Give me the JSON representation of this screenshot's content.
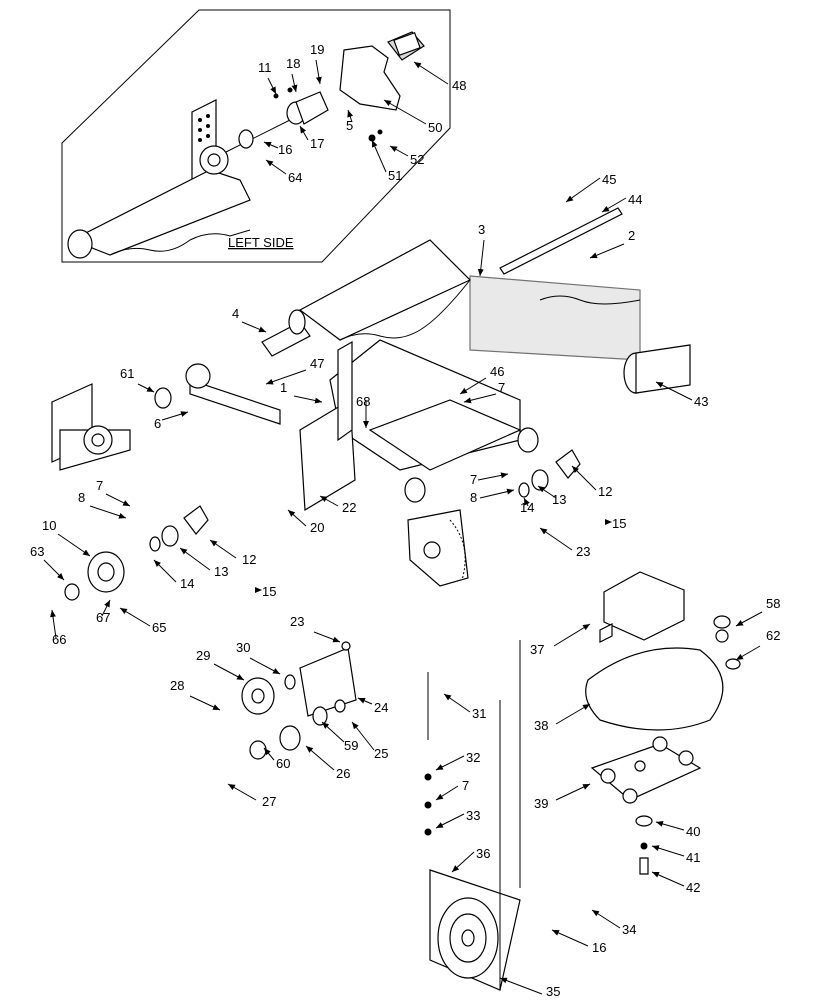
{
  "inset": {
    "title": "LEFT SIDE"
  },
  "callouts": [
    {
      "id": "c1",
      "text": "1"
    },
    {
      "id": "c2",
      "text": "2"
    },
    {
      "id": "c3",
      "text": "3"
    },
    {
      "id": "c4",
      "text": "4"
    },
    {
      "id": "c5",
      "text": "5"
    },
    {
      "id": "c6",
      "text": "6"
    },
    {
      "id": "c7a",
      "text": "7"
    },
    {
      "id": "c7b",
      "text": "7"
    },
    {
      "id": "c7c",
      "text": "7"
    },
    {
      "id": "c7d",
      "text": "7"
    },
    {
      "id": "c8a",
      "text": "8"
    },
    {
      "id": "c8b",
      "text": "8"
    },
    {
      "id": "c10",
      "text": "10"
    },
    {
      "id": "c11",
      "text": "11"
    },
    {
      "id": "c12a",
      "text": "12"
    },
    {
      "id": "c12b",
      "text": "12"
    },
    {
      "id": "c13a",
      "text": "13"
    },
    {
      "id": "c13b",
      "text": "13"
    },
    {
      "id": "c14a",
      "text": "14"
    },
    {
      "id": "c14b",
      "text": "14"
    },
    {
      "id": "c15a",
      "text": "15"
    },
    {
      "id": "c15b",
      "text": "15"
    },
    {
      "id": "c16a",
      "text": "16"
    },
    {
      "id": "c16b",
      "text": "16"
    },
    {
      "id": "c17",
      "text": "17"
    },
    {
      "id": "c18",
      "text": "18"
    },
    {
      "id": "c19",
      "text": "19"
    },
    {
      "id": "c20",
      "text": "20"
    },
    {
      "id": "c22",
      "text": "22"
    },
    {
      "id": "c23a",
      "text": "23"
    },
    {
      "id": "c23b",
      "text": "23"
    },
    {
      "id": "c24",
      "text": "24"
    },
    {
      "id": "c25",
      "text": "25"
    },
    {
      "id": "c26",
      "text": "26"
    },
    {
      "id": "c27",
      "text": "27"
    },
    {
      "id": "c28",
      "text": "28"
    },
    {
      "id": "c29",
      "text": "29"
    },
    {
      "id": "c30",
      "text": "30"
    },
    {
      "id": "c31",
      "text": "31"
    },
    {
      "id": "c32",
      "text": "32"
    },
    {
      "id": "c33",
      "text": "33"
    },
    {
      "id": "c34",
      "text": "34"
    },
    {
      "id": "c35",
      "text": "35"
    },
    {
      "id": "c36",
      "text": "36"
    },
    {
      "id": "c37",
      "text": "37"
    },
    {
      "id": "c38",
      "text": "38"
    },
    {
      "id": "c39",
      "text": "39"
    },
    {
      "id": "c40",
      "text": "40"
    },
    {
      "id": "c41",
      "text": "41"
    },
    {
      "id": "c42",
      "text": "42"
    },
    {
      "id": "c43",
      "text": "43"
    },
    {
      "id": "c44",
      "text": "44"
    },
    {
      "id": "c45",
      "text": "45"
    },
    {
      "id": "c46",
      "text": "46"
    },
    {
      "id": "c47",
      "text": "47"
    },
    {
      "id": "c48",
      "text": "48"
    },
    {
      "id": "c50",
      "text": "50"
    },
    {
      "id": "c51",
      "text": "51"
    },
    {
      "id": "c52",
      "text": "52"
    },
    {
      "id": "c58",
      "text": "58"
    },
    {
      "id": "c59",
      "text": "59"
    },
    {
      "id": "c60",
      "text": "60"
    },
    {
      "id": "c61",
      "text": "61"
    },
    {
      "id": "c62",
      "text": "62"
    },
    {
      "id": "c63",
      "text": "63"
    },
    {
      "id": "c64",
      "text": "64"
    },
    {
      "id": "c65",
      "text": "65"
    },
    {
      "id": "c66",
      "text": "66"
    },
    {
      "id": "c67",
      "text": "67"
    },
    {
      "id": "c68",
      "text": "68"
    }
  ]
}
